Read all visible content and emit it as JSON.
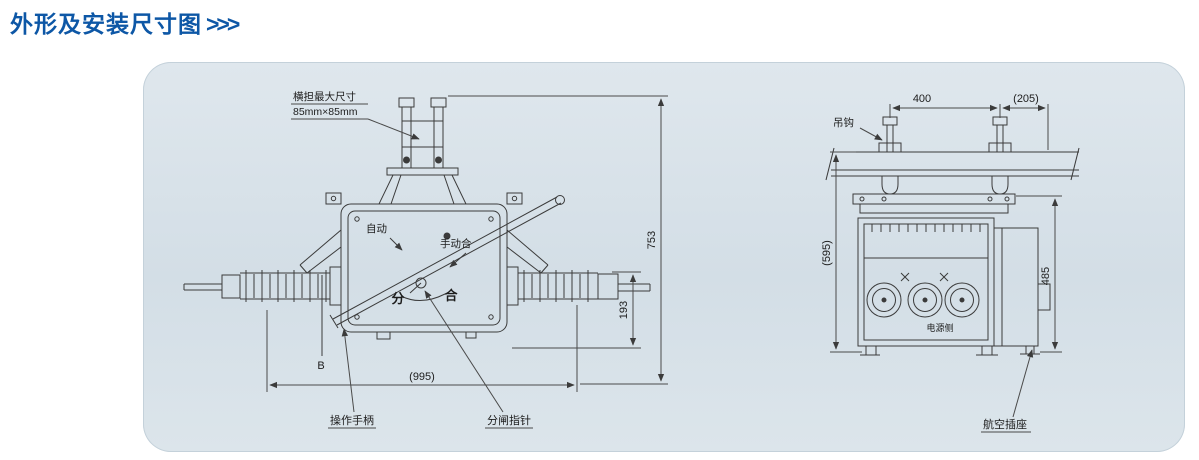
{
  "page": {
    "title": "外形及安装尺寸图",
    "title_arrows": ">>>"
  },
  "front_view": {
    "crossarm_note_line1": "横担最大尺寸",
    "crossarm_note_line2": "85mm×85mm",
    "auto_label": "自动",
    "manual_close_label": "手动合",
    "open_char": "分",
    "close_char": "合",
    "b_label": "B",
    "dims": {
      "height": "753",
      "lower": "193",
      "width": "(995)"
    },
    "callouts": {
      "handle": "操作手柄",
      "pointer": "分闸指针"
    }
  },
  "side_view": {
    "hook_label": "吊钩",
    "source_side_label": "电源侧",
    "socket_label": "航空插座",
    "dims": {
      "hook_spacing": "400",
      "overhang": "(205)",
      "height": "(595)",
      "body_height": "485"
    }
  }
}
